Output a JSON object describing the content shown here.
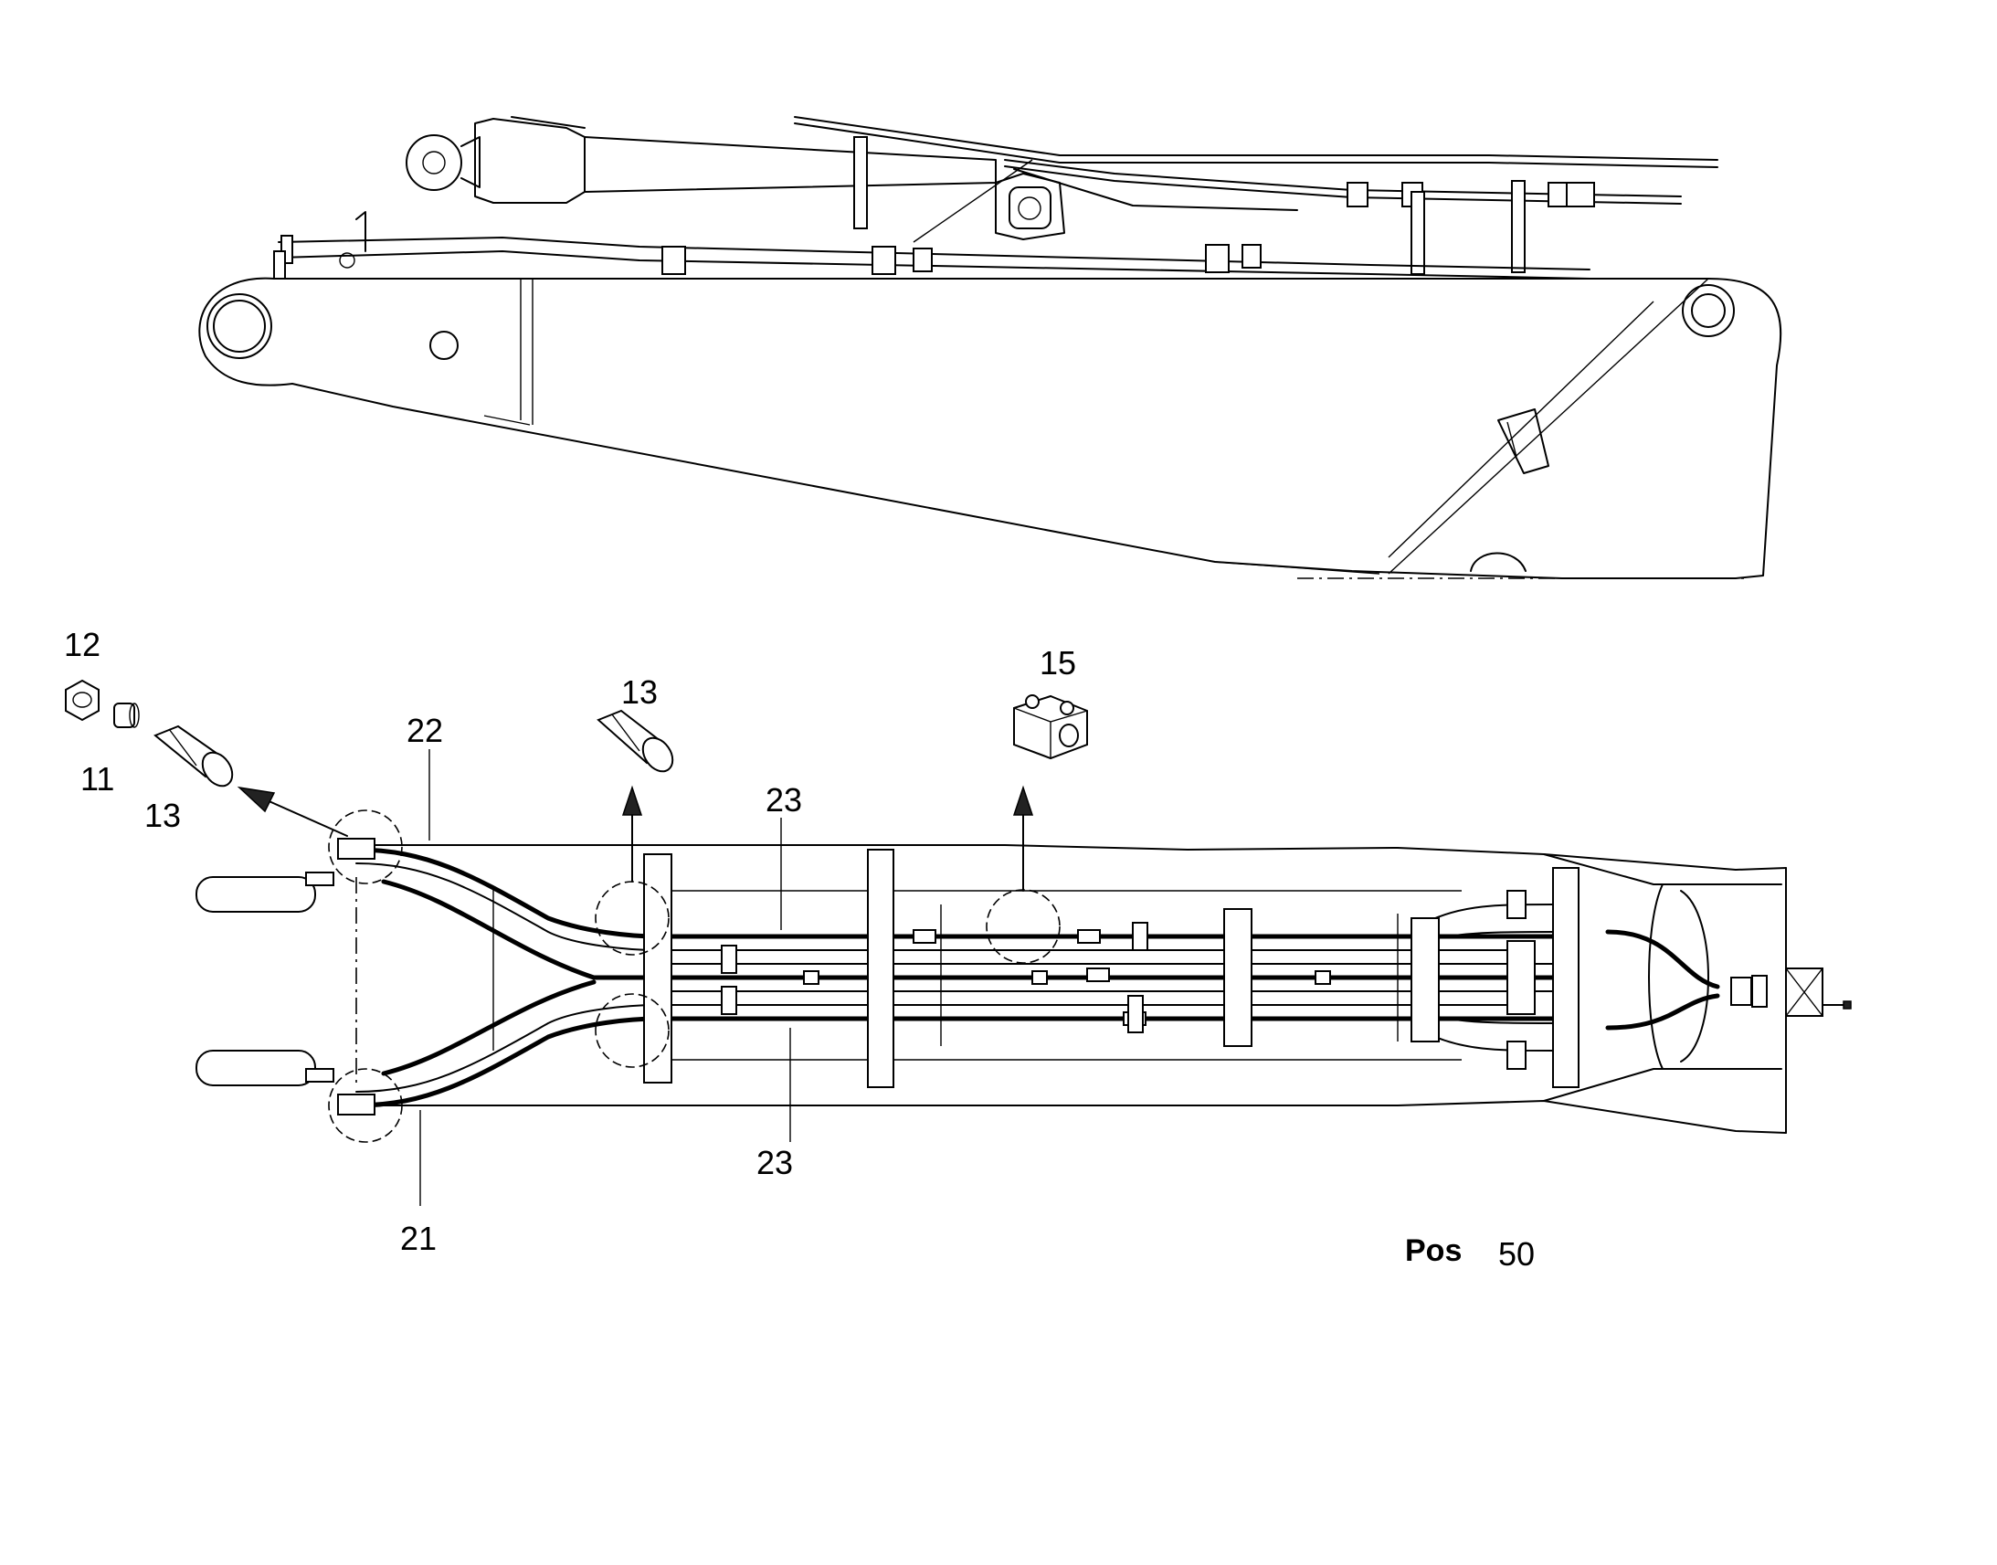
{
  "labels": {
    "p12": "12",
    "p11": "11",
    "p13a": "13",
    "p22": "22",
    "p13b": "13",
    "p15": "15",
    "p23a": "23",
    "p23b": "23",
    "p21": "21",
    "pos_word": "Pos",
    "pos_num": "50"
  },
  "icons": {
    "nut": "hex-nut-icon",
    "fitting": "hose-fitting-icon",
    "clamp": "pipe-clamp-icon",
    "connector": "electrical-connector-icon"
  }
}
